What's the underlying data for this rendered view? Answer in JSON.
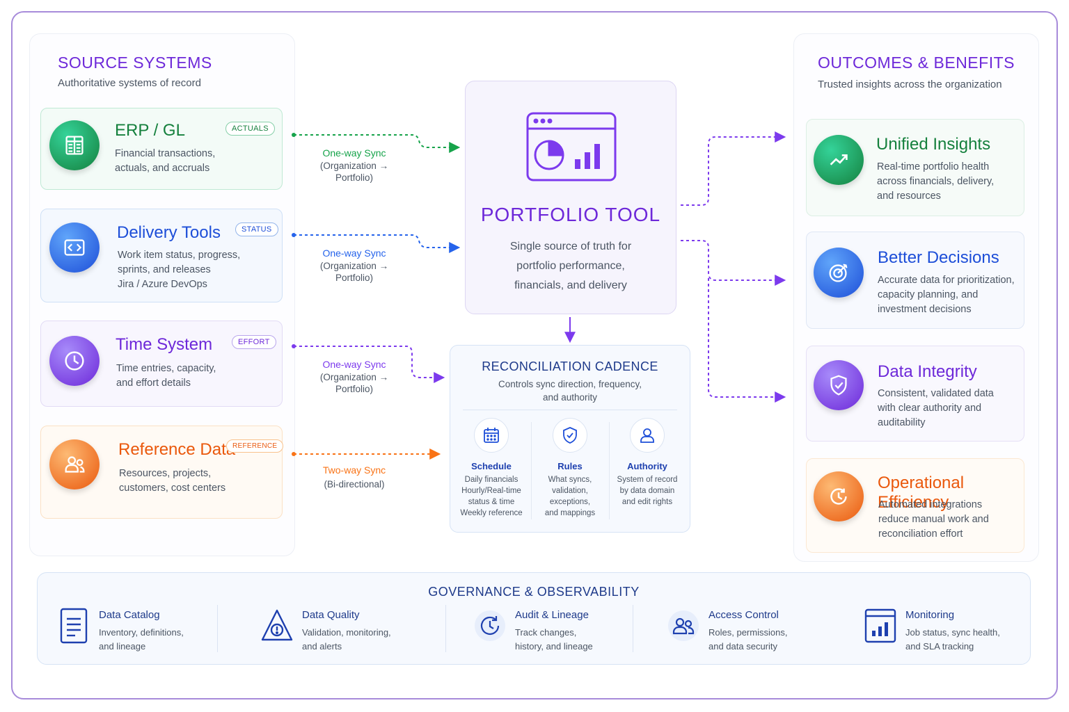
{
  "source": {
    "title": "SOURCE SYSTEMS",
    "subtitle": "Authoritative systems of record",
    "cards": [
      {
        "title": "ERP / GL",
        "badge": "ACTUALS",
        "desc1": "Financial transactions,",
        "desc2": "actuals, and accruals",
        "desc3": "",
        "icon": "ledger-icon",
        "color": "#16a34a"
      },
      {
        "title": "Delivery Tools",
        "badge": "STATUS",
        "desc1": "Work item status, progress,",
        "desc2": "sprints, and releases",
        "desc3": "Jira / Azure DevOps",
        "icon": "code-window-icon",
        "color": "#2563eb"
      },
      {
        "title": "Time System",
        "badge": "EFFORT",
        "desc1": "Time entries, capacity,",
        "desc2": "and effort details",
        "desc3": "",
        "icon": "clock-icon",
        "color": "#7c3aed"
      },
      {
        "title": "Reference Data",
        "badge": "REFERENCE",
        "desc1": "Resources, projects,",
        "desc2": "customers, cost centers",
        "desc3": "",
        "icon": "people-icon",
        "color": "#f97316"
      }
    ]
  },
  "syncs": [
    {
      "head": "One-way Sync",
      "line1": "(Organization →",
      "line2": "Portfolio)",
      "color": "#16a34a"
    },
    {
      "head": "One-way Sync",
      "line1": "(Organization →",
      "line2": "Portfolio)",
      "color": "#2563eb"
    },
    {
      "head": "One-way Sync",
      "line1": "(Organization →",
      "line2": "Portfolio)",
      "color": "#7c3aed"
    },
    {
      "head": "Two-way Sync",
      "line1": "(Bi-directional)",
      "line2": "",
      "color": "#f97316"
    }
  ],
  "center": {
    "title": "PORTFOLIO TOOL",
    "desc1": "Single source of truth for",
    "desc2": "portfolio performance,",
    "desc3": "financials, and delivery"
  },
  "recon": {
    "title": "RECONCILIATION CADENCE",
    "sub1": "Controls sync direction, frequency,",
    "sub2": "and authority",
    "cols": [
      {
        "head": "Schedule",
        "l1": "Daily financials",
        "l2": "Hourly/Real-time",
        "l3": "status & time",
        "l4": "Weekly reference",
        "icon": "calendar-icon"
      },
      {
        "head": "Rules",
        "l1": "What syncs,",
        "l2": "validation,",
        "l3": "exceptions,",
        "l4": "and mappings",
        "icon": "shield-check-icon"
      },
      {
        "head": "Authority",
        "l1": "System of record",
        "l2": "by data domain",
        "l3": "and edit rights",
        "l4": "",
        "icon": "user-icon"
      }
    ]
  },
  "outcomes": {
    "title": "OUTCOMES & BENEFITS",
    "subtitle": "Trusted insights across the organization",
    "cards": [
      {
        "title": "Unified Insights",
        "desc1": "Real-time portfolio health",
        "desc2": "across financials, delivery,",
        "desc3": "and resources",
        "icon": "trend-up-icon",
        "color": "#16a34a"
      },
      {
        "title": "Better Decisions",
        "desc1": "Accurate data for prioritization,",
        "desc2": "capacity planning, and",
        "desc3": "investment decisions",
        "icon": "target-icon",
        "color": "#2563eb"
      },
      {
        "title": "Data Integrity",
        "desc1": "Consistent, validated data",
        "desc2": "with clear authority and",
        "desc3": "auditability",
        "icon": "shield-icon",
        "color": "#7c3aed"
      },
      {
        "title": "Operational Efficiency",
        "desc1": "Automated integrations",
        "desc2": "reduce manual work and",
        "desc3": "reconciliation effort",
        "icon": "clock-refresh-icon",
        "color": "#f97316"
      }
    ]
  },
  "governance": {
    "title": "GOVERNANCE & OBSERVABILITY",
    "items": [
      {
        "head": "Data Catalog",
        "l1": "Inventory, definitions,",
        "l2": "and lineage",
        "icon": "document-icon"
      },
      {
        "head": "Data Quality",
        "l1": "Validation, monitoring,",
        "l2": "and alerts",
        "icon": "warning-icon"
      },
      {
        "head": "Audit & Lineage",
        "l1": "Track changes,",
        "l2": "history, and lineage",
        "icon": "history-icon"
      },
      {
        "head": "Access Control",
        "l1": "Roles, permissions,",
        "l2": "and data security",
        "icon": "users-icon"
      },
      {
        "head": "Monitoring",
        "l1": "Job status, sync health,",
        "l2": "and SLA tracking",
        "icon": "dashboard-icon"
      }
    ]
  }
}
